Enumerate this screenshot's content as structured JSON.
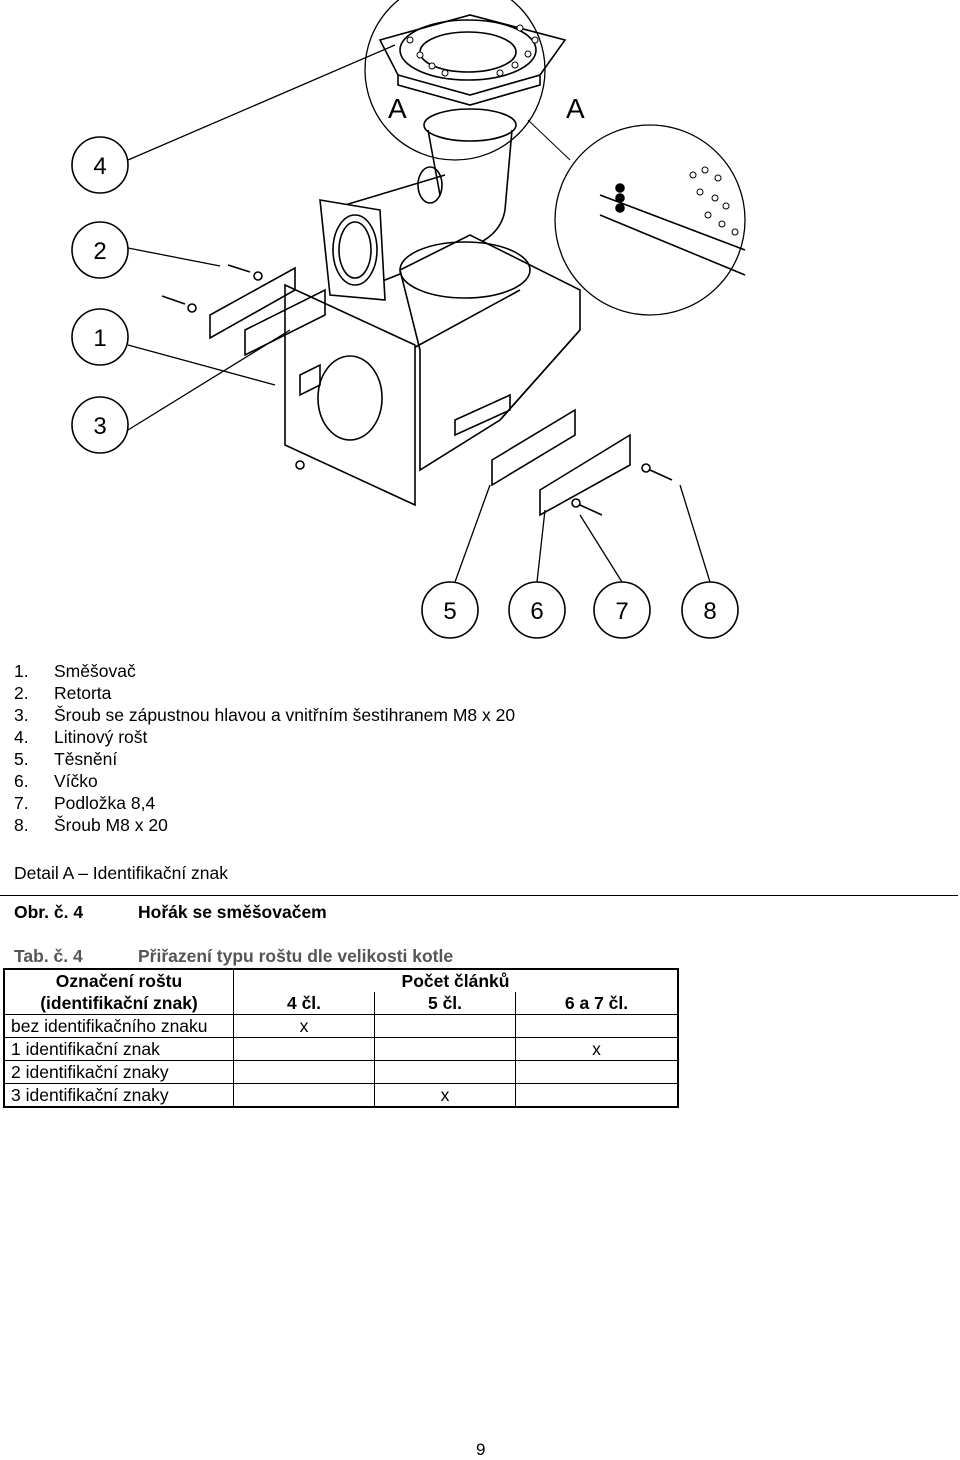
{
  "drawing": {
    "detail_labels": [
      "A",
      "A"
    ],
    "callouts": [
      "4",
      "2",
      "1",
      "3",
      "5",
      "6",
      "7",
      "8"
    ]
  },
  "parts": [
    {
      "num": "1.",
      "name": "Směšovač"
    },
    {
      "num": "2.",
      "name": "Retorta"
    },
    {
      "num": "3.",
      "name": "Šroub se zápustnou hlavou a vnitřním šestihranem M8 x 20"
    },
    {
      "num": "4.",
      "name": "Litinový rošt"
    },
    {
      "num": "5.",
      "name": "Těsnění"
    },
    {
      "num": "6.",
      "name": "Víčko"
    },
    {
      "num": "7.",
      "name": "Podložka 8,4"
    },
    {
      "num": "8.",
      "name": "Šroub M8 x 20"
    }
  ],
  "detail_note": "Detail A – Identifikační znak",
  "figure": {
    "label": "Obr. č. 4",
    "title": "Hořák se směšovačem"
  },
  "table_caption": {
    "label": "Tab. č. 4",
    "title": "Přiřazení typu roštu dle velikosti kotle"
  },
  "table": {
    "header_col1_line1": "Označení roštu",
    "header_col1_line2": "(identifikační znak)",
    "header_group": "Počet článků",
    "columns": [
      "4 čl.",
      "5 čl.",
      "6 a 7 čl."
    ],
    "rows": [
      {
        "label": "bez identifikačního znaku",
        "cells": [
          "x",
          "",
          ""
        ]
      },
      {
        "label": "1 identifikační znak",
        "cells": [
          "",
          "",
          "x"
        ]
      },
      {
        "label": "2 identifikační znaky",
        "cells": [
          "",
          "",
          ""
        ]
      },
      {
        "label": "3 identifikační znaky",
        "cells": [
          "",
          "x",
          ""
        ]
      }
    ]
  },
  "page_number": "9"
}
